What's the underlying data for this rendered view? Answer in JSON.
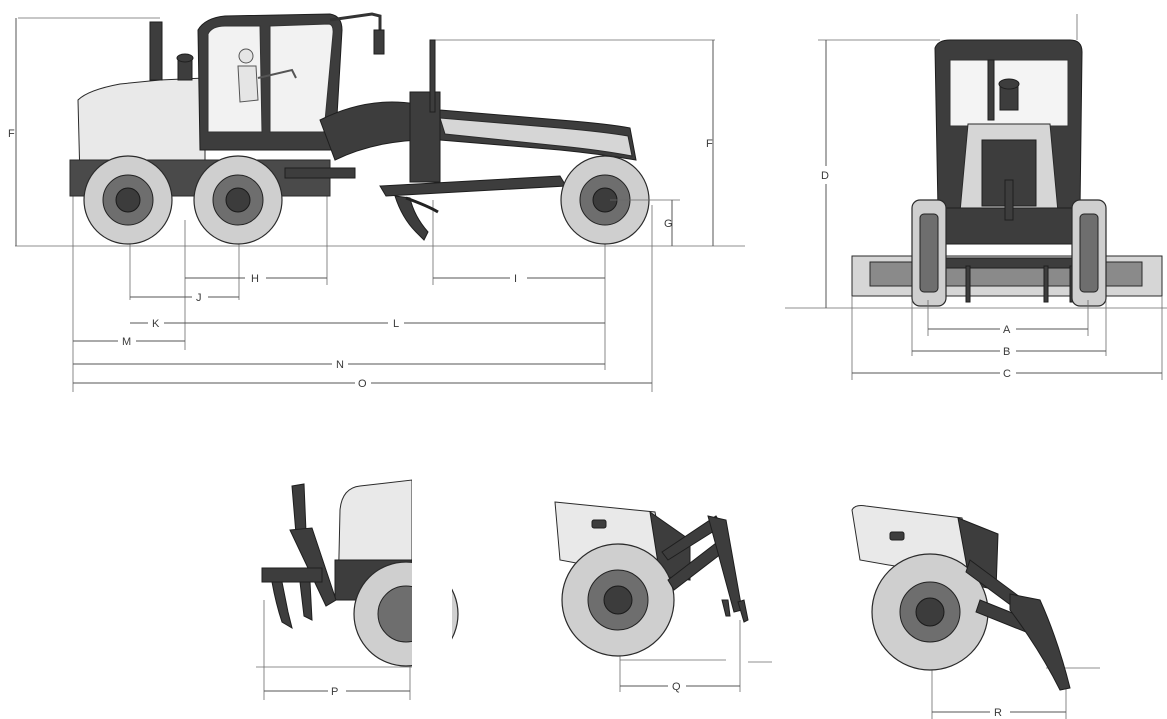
{
  "dimensions": {
    "side_view": [
      "F",
      "G",
      "H",
      "I",
      "J",
      "K",
      "L",
      "M",
      "N",
      "O"
    ],
    "front_view": [
      "A",
      "B",
      "C",
      "D"
    ],
    "attachments": [
      "P",
      "Q",
      "R"
    ]
  },
  "colors": {
    "ink": "#2a2a2a",
    "body_light": "#d6d6d6",
    "body_dark": "#3d3d3d",
    "dimension_line": "#555555"
  }
}
